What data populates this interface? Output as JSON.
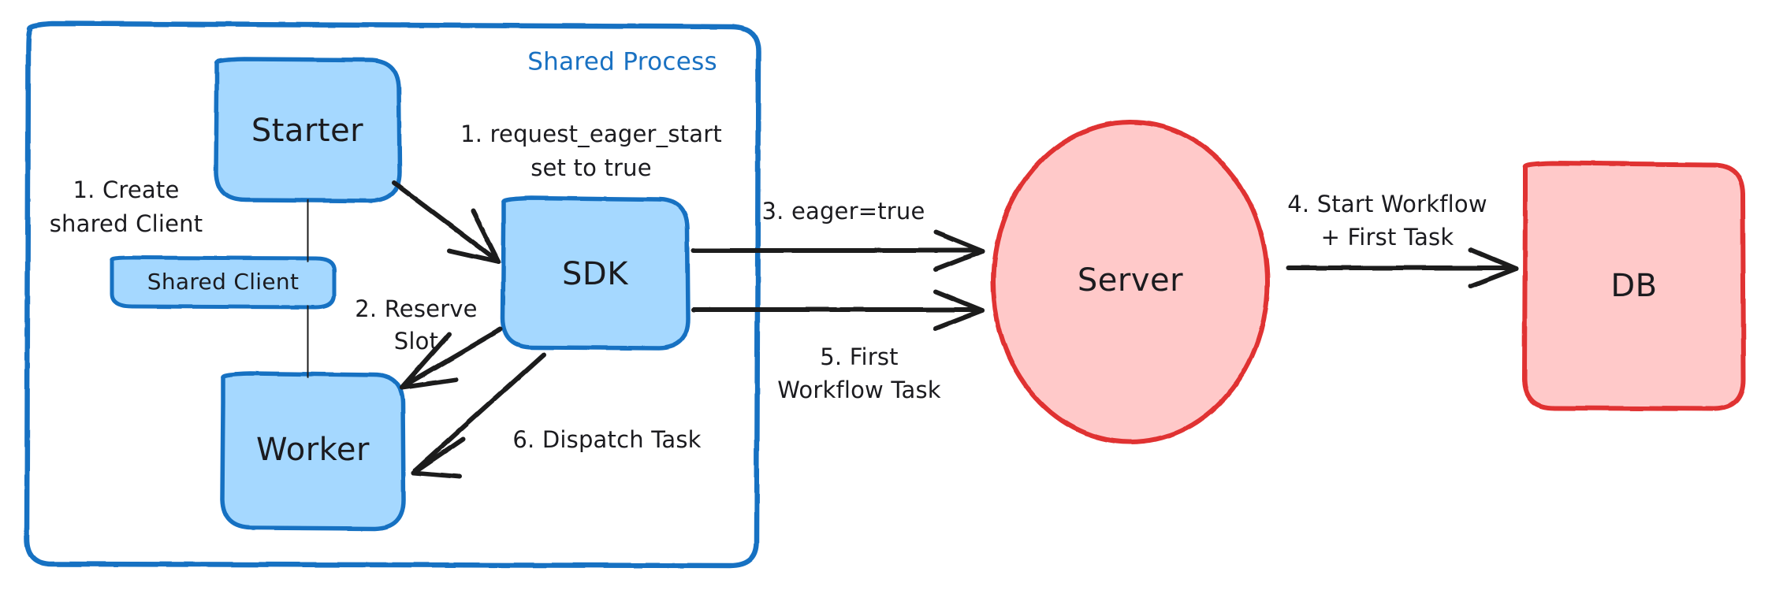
{
  "diagram": {
    "title": "Shared Process",
    "type": "architecture-flow",
    "colors": {
      "blue_stroke": "#1971c2",
      "blue_fill": "#a5d8ff",
      "red_stroke": "#e03131",
      "red_fill": "#ffc9c9",
      "arrow": "#1b1b1f",
      "background": "#ffffff"
    },
    "frame": {
      "label": "Shared Process"
    },
    "nodes": [
      {
        "id": "starter",
        "label": "Starter",
        "shape": "rounded-rect",
        "color": "blue"
      },
      {
        "id": "shared-client",
        "label": "Shared Client",
        "shape": "rounded-rect",
        "color": "blue"
      },
      {
        "id": "worker",
        "label": "Worker",
        "shape": "rounded-rect",
        "color": "blue"
      },
      {
        "id": "sdk",
        "label": "SDK",
        "shape": "rounded-rect",
        "color": "blue"
      },
      {
        "id": "server",
        "label": "Server",
        "shape": "ellipse",
        "color": "red"
      },
      {
        "id": "db",
        "label": "DB",
        "shape": "rounded-rect",
        "color": "red"
      }
    ],
    "edges": [
      {
        "id": "e1",
        "from": "starter",
        "to": "shared-client",
        "label": "1. Create\nshared Client",
        "label_line1": "1. Create",
        "label_line2": "shared Client",
        "arrow": false
      },
      {
        "id": "e2",
        "from": "starter",
        "to": "sdk",
        "label_line1": "1. request_eager_start",
        "label_line2": "set to true",
        "arrow": true
      },
      {
        "id": "e3",
        "from": "sdk",
        "to": "worker",
        "label_line1": "2. Reserve",
        "label_line2": "Slot",
        "arrow": true
      },
      {
        "id": "e4",
        "from": "sdk",
        "to": "server",
        "label_line1": "3. eager=true",
        "label_line2": "",
        "arrow": true
      },
      {
        "id": "e5",
        "from": "server",
        "to": "db",
        "label_line1": "4. Start Workflow",
        "label_line2": "+ First Task",
        "arrow": true
      },
      {
        "id": "e6",
        "from": "server",
        "to": "sdk",
        "label_line1": "5. First",
        "label_line2": "Workflow Task",
        "arrow": true
      },
      {
        "id": "e7",
        "from": "sdk",
        "to": "worker",
        "label_line1": "6. Dispatch Task",
        "label_line2": "",
        "arrow": true
      }
    ]
  }
}
